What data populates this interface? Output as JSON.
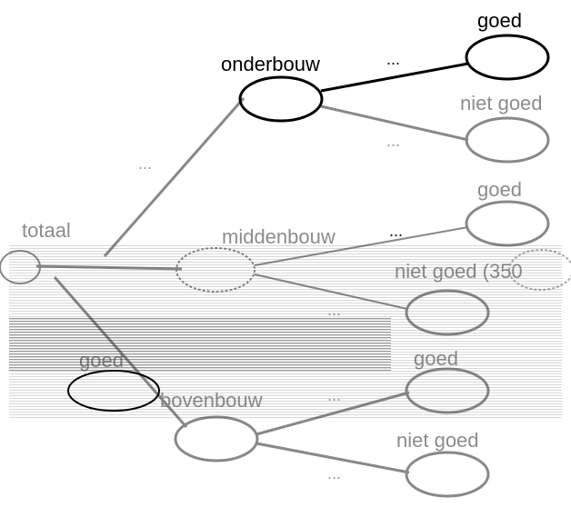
{
  "colors": {
    "black": "#000000",
    "grey_edge": "#888888",
    "grey_text": "#8c8c8c",
    "dots": "#999999"
  },
  "nodes": {
    "root": "totaal",
    "onderbouw": "onderbouw",
    "middenbouw": "middenbouw",
    "bovenbouw": "bovenbouw",
    "onder_goed": "goed",
    "onder_niet_goed": "niet goed",
    "midden_goed": "goed",
    "midden_niet_goed": "niet goed (350",
    "boven_goed": "goed",
    "boven_niet_goed": "niet goed",
    "ghost_label": "goed"
  },
  "ellipsis": "..."
}
